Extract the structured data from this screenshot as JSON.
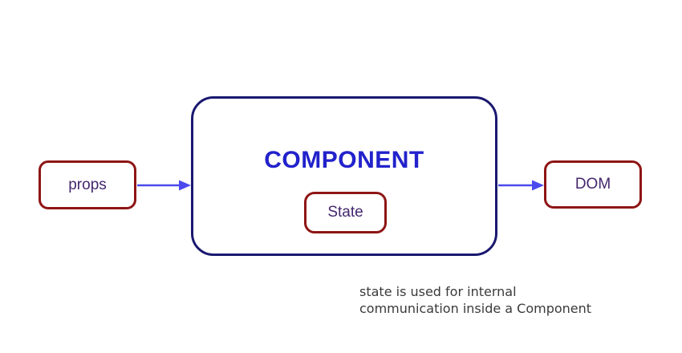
{
  "colors": {
    "background": "#ffffff",
    "component_border": "#191970",
    "box_border": "#8e1515",
    "component_text": "#2222cc",
    "label_text": "#44276d",
    "arrow": "#4a4aee",
    "caption_text": "#3a3a3a"
  },
  "diagram": {
    "props_label": "props",
    "component_label": "COMPONENT",
    "state_label": "State",
    "dom_label": "DOM",
    "caption_line1": "state is used for internal",
    "caption_line2": "communication inside a Component"
  }
}
